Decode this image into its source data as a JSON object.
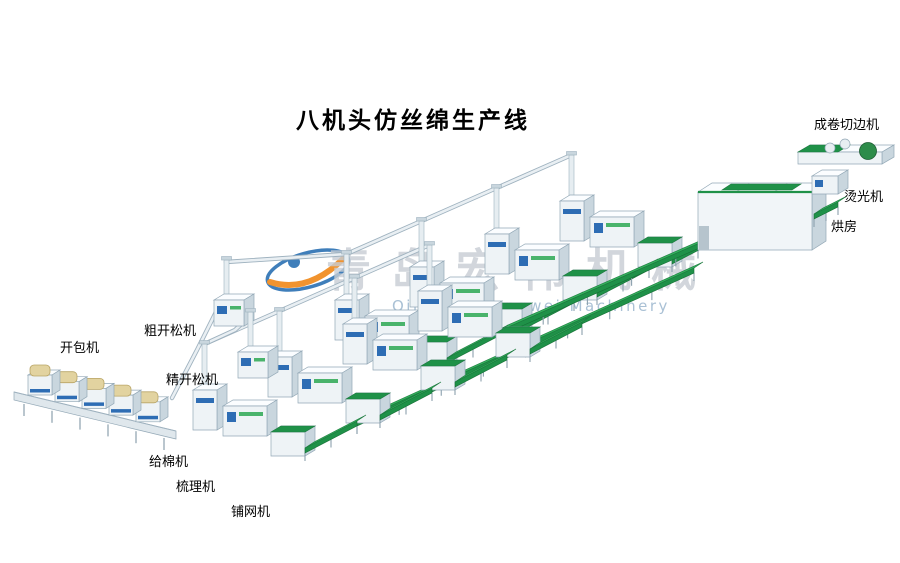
{
  "page": {
    "title": "八机头仿丝绵生产线"
  },
  "machine_labels": {
    "bale_opener": "开包机",
    "coarse_opener": "粗开松机",
    "fine_opener": "精开松机",
    "cotton_feeder": "给棉机",
    "carding_machine": "梳理机",
    "web_lapper": "铺网机",
    "drying_room": "烘房",
    "glazing_machine": "烫光机",
    "roll_cutting_machine": "成卷切边机"
  },
  "watermark": {
    "cn": "青岛宏伟机械",
    "en": "Qingdao Hongwei Machinery"
  },
  "colors": {
    "background": "#ffffff",
    "conveyor_green": "#1f9148",
    "conveyor_green_light": "#33b05c",
    "machine_front": "#eef3f6",
    "machine_side": "#c9d6de",
    "machine_top": "#fbfdff",
    "outline": "#93a8b6",
    "accent_blue": "#2e6db4",
    "accent_green": "#49b36b",
    "bale_tan": "#e2d3a0",
    "watermark_gray": "#c7cdd4",
    "watermark_blue": "#aac1d5",
    "logo_blue": "#2f74b5",
    "logo_orange": "#f08a1d"
  }
}
